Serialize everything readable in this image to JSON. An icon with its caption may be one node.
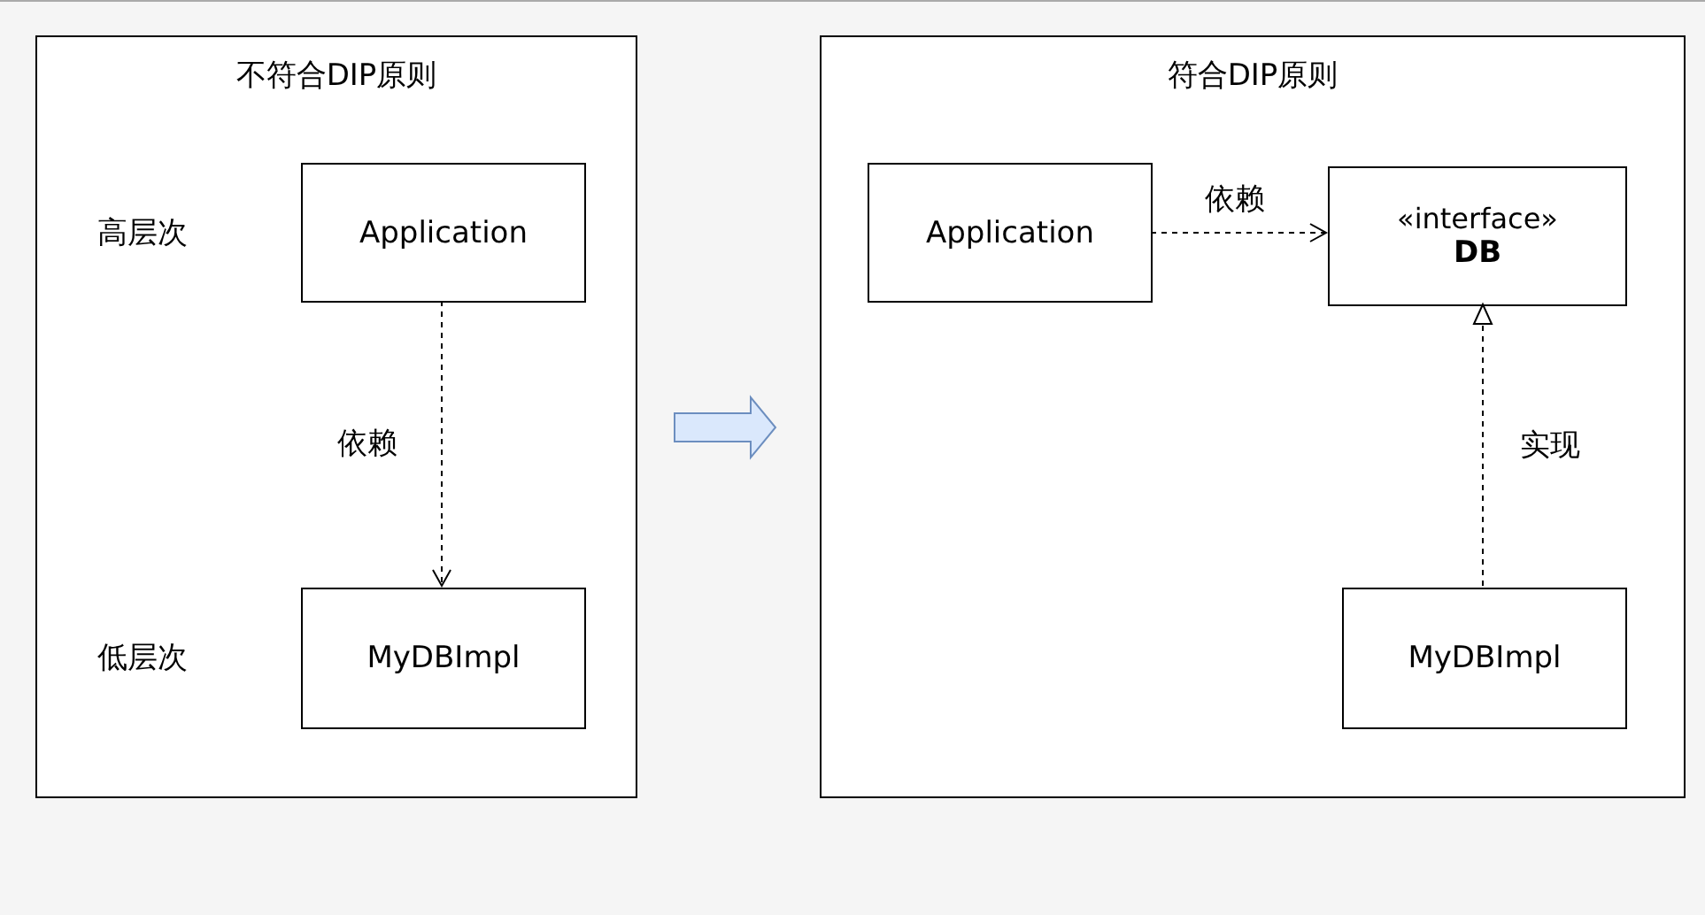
{
  "diagram": {
    "nodes": [
      {
        "text": [
          "不符合DIP原则"
        ]
      },
      {
        "text": [
          "Application"
        ],
        "in": 0
      },
      {
        "text": [
          "MyDBImpl"
        ],
        "in": 0
      },
      {
        "text": [
          "符合DIP原则"
        ]
      },
      {
        "text": [
          "Application"
        ],
        "in": 3
      },
      {
        "text": [
          "«interface»",
          "DB"
        ],
        "in": 3
      },
      {
        "text": [
          "MyDBImpl"
        ],
        "in": 3
      }
    ],
    "edges": [
      {
        "from": 0,
        "to": 3,
        "arrow": "to",
        "style": "thick",
        "color": "#dae8fc"
      },
      {
        "from": 1,
        "to": 2,
        "arrow": "to",
        "style": "dashed",
        "label": "依赖"
      },
      {
        "from": 4,
        "to": 5,
        "arrow": "to",
        "style": "dashed",
        "label": "依赖"
      },
      {
        "from": 6,
        "to": 5,
        "arrow": "to",
        "style": "dashed",
        "label": "实现"
      }
    ],
    "labels": [
      "高层次",
      "低层次"
    ]
  }
}
